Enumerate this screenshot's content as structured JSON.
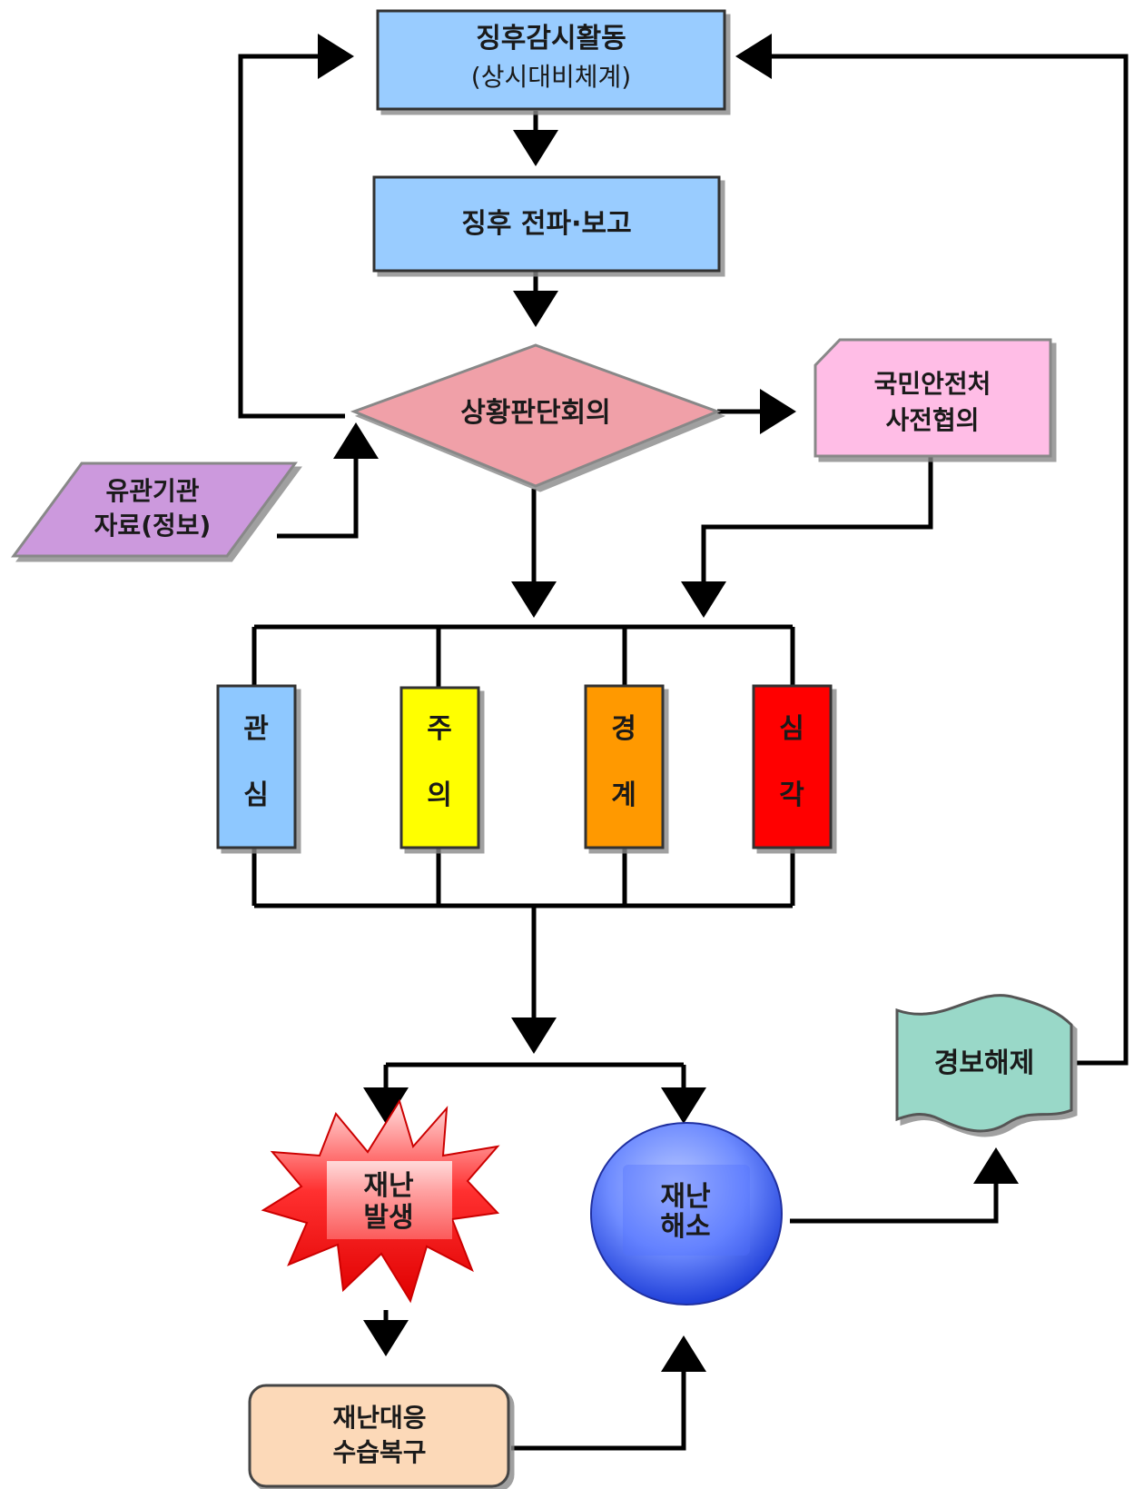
{
  "nodes": {
    "monitoring": {
      "line1": "징후감시활동",
      "line2": "(상시대비체계)"
    },
    "report": {
      "label": "징후 전파·보고"
    },
    "judgment": {
      "label": "상황판단회의"
    },
    "consult": {
      "line1": "국민안전처",
      "line2": "사전협의"
    },
    "agency_data": {
      "line1": "유관기관",
      "line2": "자료(정보)"
    },
    "levels": [
      {
        "chars": [
          "관",
          "심"
        ],
        "color": "#8ec8ff"
      },
      {
        "chars": [
          "주",
          "의"
        ],
        "color": "#ffff00"
      },
      {
        "chars": [
          "경",
          "계"
        ],
        "color": "#ff9900"
      },
      {
        "chars": [
          "심",
          "각"
        ],
        "color": "#ff0000"
      }
    ],
    "disaster_occur": {
      "line1": "재난",
      "line2": "발생"
    },
    "disaster_resolved": {
      "line1": "재난",
      "line2": "해소"
    },
    "response": {
      "line1": "재난대응",
      "line2": "수습복구"
    },
    "alert_release": {
      "label": "경보해제"
    }
  },
  "colors": {
    "blue_box": "#99ccff",
    "diamond": "#f0a0a8",
    "pink_doc": "#ffbde6",
    "purple_para": "#cc99dd",
    "teal_doc": "#99d8c8",
    "peach": "#fcd9b8"
  }
}
